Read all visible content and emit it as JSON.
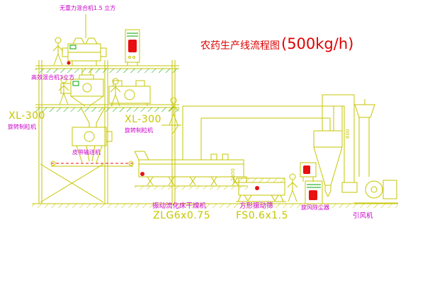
{
  "title": {
    "prefix": "农药生产线流程图",
    "capacity": "(500kg/h)"
  },
  "equipment_labels": {
    "gravity_mixer": "无重力混合机1.5 立方",
    "high_efficiency_mixer": "高效混合机3立方",
    "granulator_left_model": "XL-300",
    "granulator_left_name": "旋转制粒机",
    "granulator_center_model": "XL-300",
    "granulator_center_name": "旋转制粒机",
    "belt_conveyor": "皮带输送机",
    "fluid_bed_dryer_name": "振动流化床干燥机",
    "fluid_bed_dryer_model": "ZLG6x0.75",
    "vibrating_screen_name": "方形振动筛",
    "vibrating_screen_model": "FS0.6x1.5",
    "cyclone_dust_collector": "旋风除尘器",
    "induced_draft_fan": "引风机"
  },
  "dimensions": {
    "dim_1500": "1500",
    "dim_600": "600"
  },
  "colors": {
    "background": "#ffffff",
    "line_yellow": "#c6c600",
    "label_magenta": "#cc00cc",
    "title_red": "#e00000",
    "accent_red": "#e81010",
    "detail_green": "#00a300"
  }
}
